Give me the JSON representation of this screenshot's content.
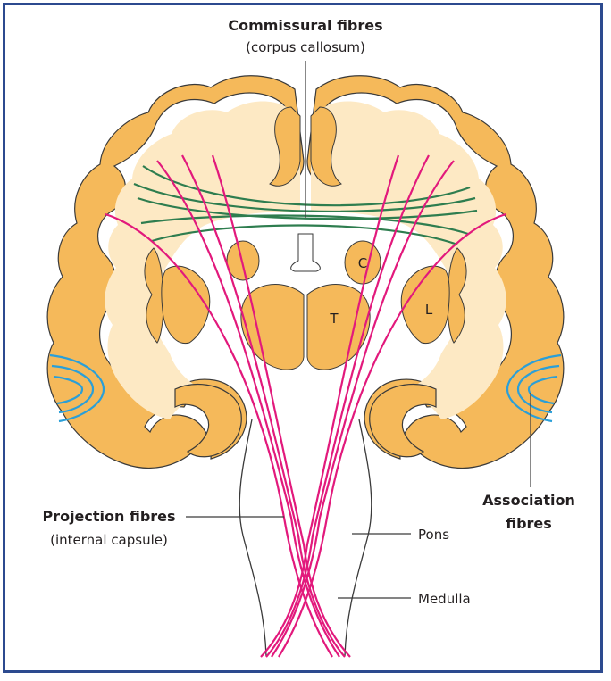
{
  "labels": {
    "commissural_title": "Commissural fibres",
    "commissural_sub": "(corpus callosum)",
    "projection_title": "Projection fibres",
    "projection_sub": "(internal capsule)",
    "association_line1": "Association",
    "association_line2": "fibres",
    "pons": "Pons",
    "medulla": "Medulla",
    "caudate": "C",
    "thalamus": "T",
    "lentiform": "L"
  },
  "colors": {
    "border": "#2c4a8f",
    "cortex": "#f5b95a",
    "white_matter": "#fde9c4",
    "projection": "#e2197c",
    "commissural": "#2e7d4f",
    "association": "#2a9fd8",
    "outline": "#3a3a3a"
  }
}
